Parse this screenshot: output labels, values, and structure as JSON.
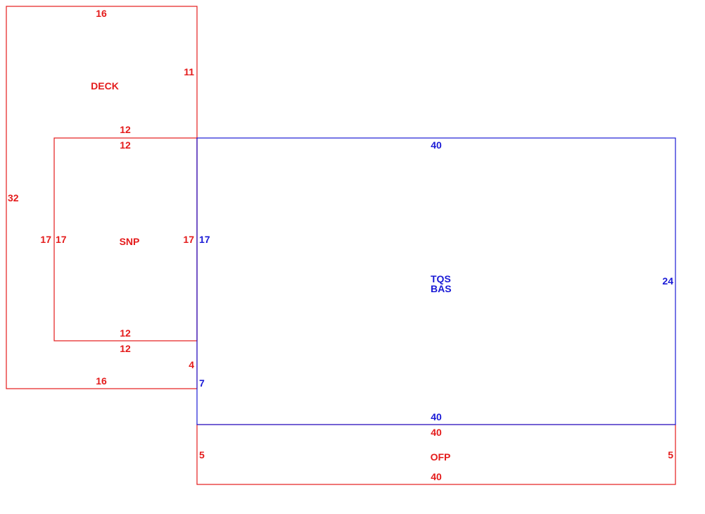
{
  "colors": {
    "red": "#e41b1b",
    "blue": "#1a1ad6"
  },
  "areas": {
    "deck": {
      "name": "DECK",
      "top": "16",
      "bottom": "16",
      "left": "32",
      "right_upper": "11",
      "right_lower": "4"
    },
    "snp": {
      "name": "SNP",
      "top_outer": "12",
      "top_inner": "12",
      "bottom_inner": "12",
      "bottom_outer": "12",
      "left_outer": "17",
      "left_inner": "17",
      "right": "17"
    },
    "main": {
      "name_1": "TQS",
      "name_2": "BAS",
      "top": "40",
      "bottom": "40",
      "left": "17",
      "left_lower": "7",
      "right": "24"
    },
    "ofp": {
      "name": "OFP",
      "top": "40",
      "bottom": "40",
      "left": "5",
      "right": "5"
    }
  }
}
